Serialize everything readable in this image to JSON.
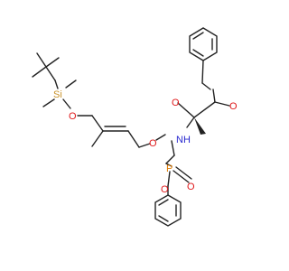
{
  "molecule": {
    "atoms": {
      "si": "Si",
      "o_silyl": "O",
      "o_allyl": "O",
      "p": "P",
      "o_phosphoryl": "O",
      "o_phenoxy": "O",
      "nh": "NH",
      "o_ester": "O",
      "o_carbonyl": "O"
    },
    "colors": {
      "bond": "#222222",
      "carbon": "#222222",
      "oxygen": "#e0191b",
      "nitrogen": "#2a2ad0",
      "phosphorus": "#e07b00",
      "silicon": "#c8922a"
    }
  }
}
